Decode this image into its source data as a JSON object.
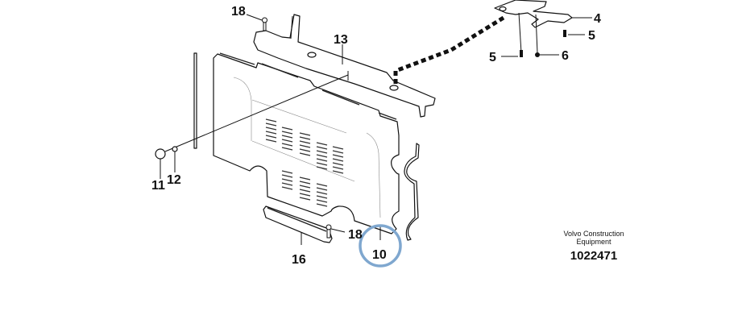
{
  "diagram": {
    "callouts": {
      "c18_top": "18",
      "c13": "13",
      "c4": "4",
      "c5_right": "5",
      "c5_left": "5",
      "c6": "6",
      "c11": "11",
      "c12": "12",
      "c18_bottom": "18",
      "c16": "16",
      "c10": "10"
    },
    "highlight_color": "#7fa7cf",
    "brand": {
      "line1": "Volvo Construction",
      "line2": "Equipment",
      "drawing_number": "1022471"
    }
  }
}
